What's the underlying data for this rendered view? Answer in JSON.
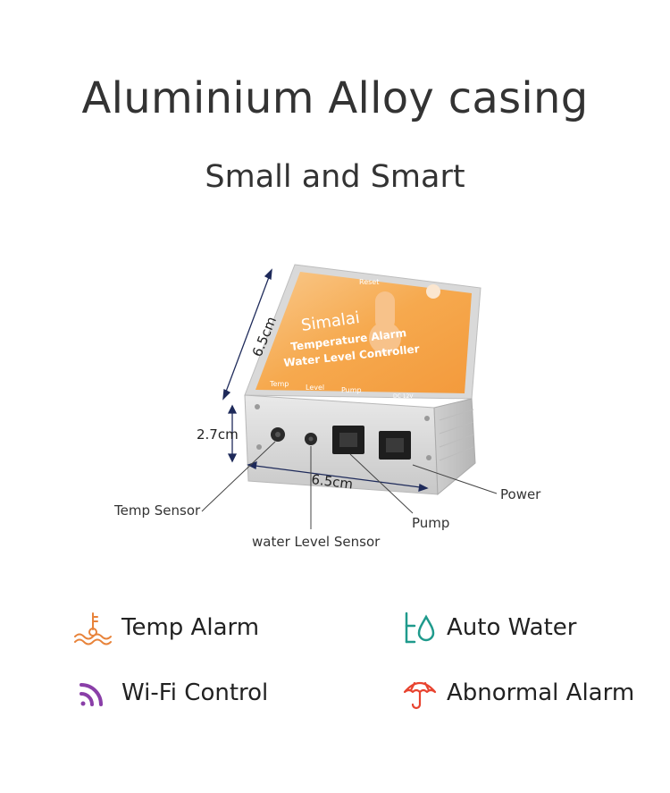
{
  "header": {
    "title": "Aluminium Alloy casing",
    "subtitle": "Small and Smart"
  },
  "device": {
    "brand": "Simalai",
    "line1": "Temperature Alarm",
    "line2": "Water Level Controller",
    "reset_label": "Reset",
    "port_labels": [
      "Temp",
      "Level",
      "Pump",
      "DC 12V"
    ],
    "colors": {
      "face": "#f6a94e",
      "face_light": "#f9c98c",
      "body": "#d6d6d6"
    }
  },
  "dimensions": {
    "length": "6.5cm",
    "width": "6.5cm",
    "height": "2.7cm"
  },
  "callouts": {
    "temp_sensor": "Temp Sensor",
    "water_level_sensor": "water Level Sensor",
    "pump": "Pump",
    "power": "Power"
  },
  "features": [
    {
      "label": "Temp Alarm",
      "icon": "thermometer-water-icon",
      "color": "#e8833a"
    },
    {
      "label": "Auto Water",
      "icon": "faucet-drop-icon",
      "color": "#1f9a8c"
    },
    {
      "label": "Wi-Fi Control",
      "icon": "wifi-signal-icon",
      "color": "#8a3fa8"
    },
    {
      "label": "Abnormal Alarm",
      "icon": "umbrella-icon",
      "color": "#e8432f"
    }
  ]
}
